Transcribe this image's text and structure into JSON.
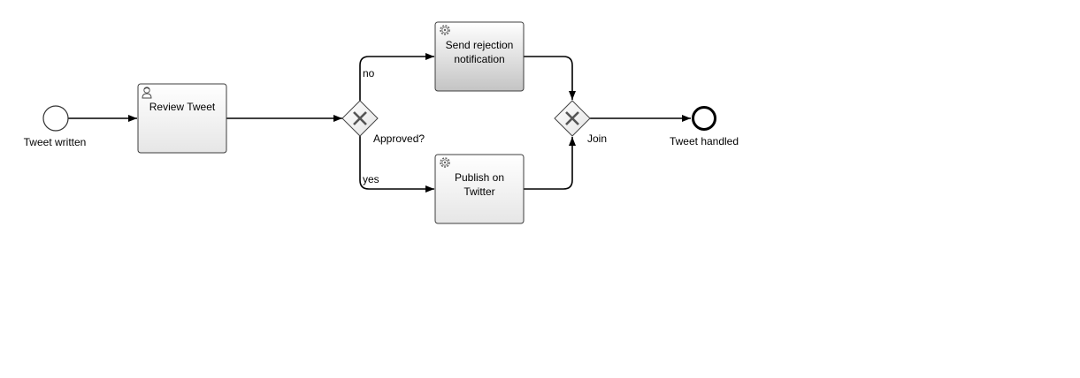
{
  "diagram": {
    "events": {
      "start": {
        "label": "Tweet written"
      },
      "end": {
        "label": "Tweet handled"
      }
    },
    "tasks": {
      "review": {
        "label": "Review Tweet",
        "icon": "user-icon"
      },
      "reject": {
        "line1": "Send rejection",
        "line2": "notification",
        "icon": "gear-icon"
      },
      "publish": {
        "line1": "Publish on",
        "line2": "Twitter",
        "icon": "gear-icon"
      }
    },
    "gateways": {
      "approved": {
        "label": "Approved?"
      },
      "join": {
        "label": "Join"
      }
    },
    "flows": {
      "no": {
        "label": "no"
      },
      "yes": {
        "label": "yes"
      }
    },
    "colors": {
      "stroke": "#000000",
      "task_border": "#3d3d3d",
      "gateway_x": "#555555",
      "task_fill_top": "#ffffff",
      "task_fill_bottom": "#e8e8e8",
      "highlight_fill_bottom": "#c8c8c8"
    }
  }
}
